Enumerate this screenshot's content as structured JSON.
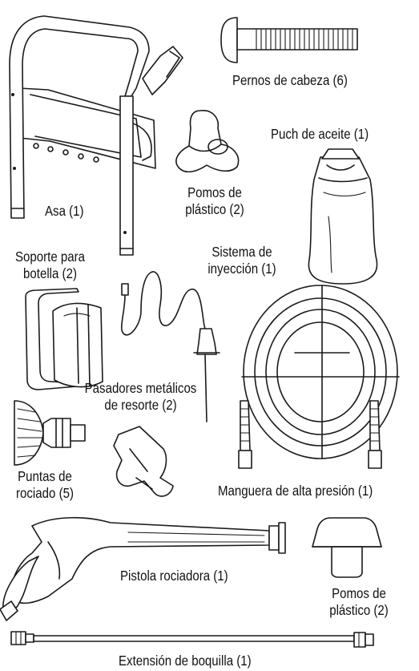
{
  "labels": {
    "handle": "Asa (1)",
    "head_bolts": "Pernos de cabeza (6)",
    "plastic_knobs_1": [
      "Pomos de",
      "plástico (2)"
    ],
    "oil_pouch": "Puch de aceite (1)",
    "bottle_holder": [
      "Soporte para",
      "botella (2)"
    ],
    "injection_system": [
      "Sistema de",
      "inyección (1)"
    ],
    "spring_pins": [
      "Pasadores metálicos",
      "de resorte (2)"
    ],
    "spray_tips": [
      "Puntas de",
      "rociado (5)"
    ],
    "hose": "Manguera de alta presión (1)",
    "spray_gun": "Pistola rociadora (1)",
    "plastic_knobs_2": [
      "Pomos de",
      "plástico (2)"
    ],
    "nozzle_extension": "Extensión de boquilla (1)"
  }
}
